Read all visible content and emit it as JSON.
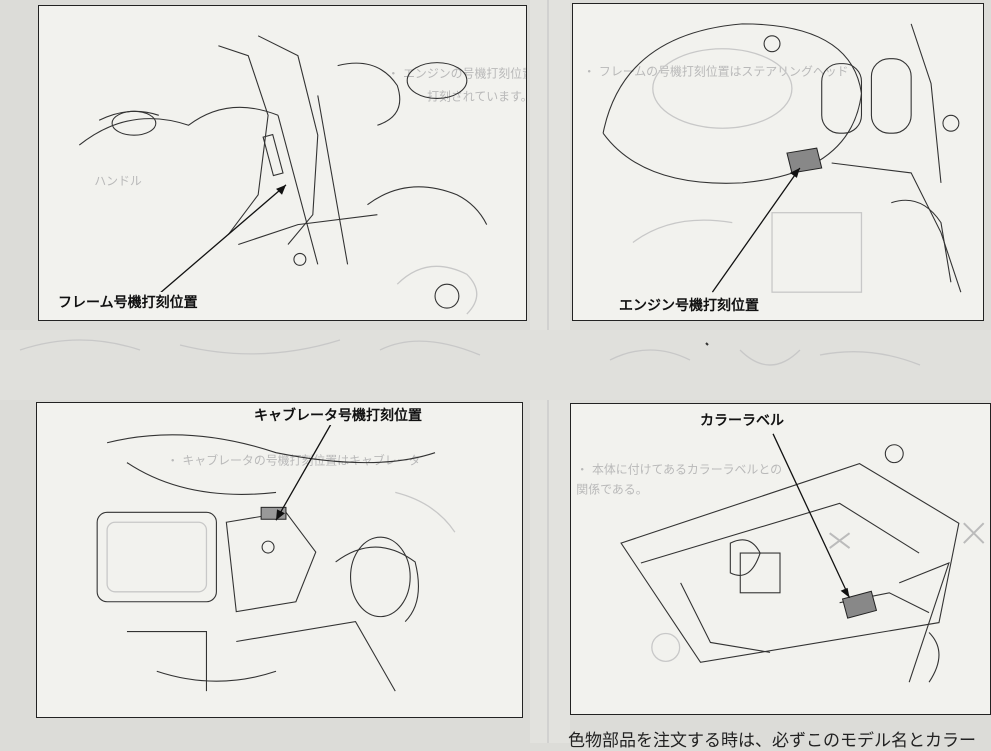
{
  "panels": [
    {
      "label": "フレーム号機打刻位置"
    },
    {
      "label": "エンジン号機打刻位置"
    },
    {
      "label": "キャブレータ号機打刻位置"
    },
    {
      "label": "カラーラベル"
    }
  ],
  "footer_text": "色物部品を注文する時は、必ずこのモデル名とカラー"
}
